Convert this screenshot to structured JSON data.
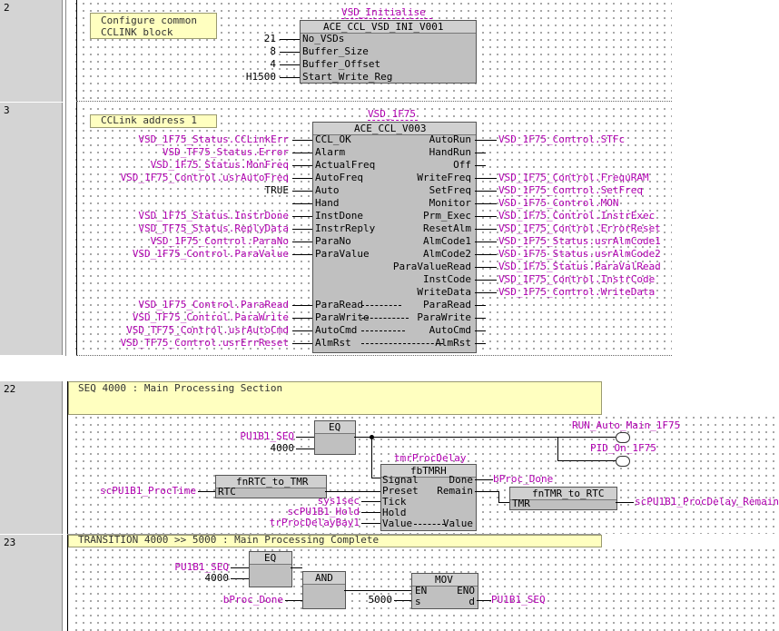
{
  "rungs": [
    {
      "number": "2",
      "comment": "Configure common CCLINK block",
      "fb": {
        "instance": "VSD_Initialise",
        "type": "ACE_CCL_VSD_INI_V001",
        "inputs": [
          {
            "value": "21",
            "pin": "No_VSDs"
          },
          {
            "value": "8",
            "pin": "Buffer_Size"
          },
          {
            "value": "4",
            "pin": "Buffer_Offset"
          },
          {
            "value": "H1500",
            "pin": "Start_Write_Reg"
          }
        ]
      }
    },
    {
      "number": "3",
      "comment": "CCLink address 1",
      "fb": {
        "instance": "VSD_1F75",
        "type": "ACE_CCL_V003",
        "inputs": [
          {
            "value": "VSD_1F75_Status.CCLinkErr",
            "pin": "CCL_OK"
          },
          {
            "value": "VSD_TF75_Status.Error",
            "pin": "Alarm"
          },
          {
            "value": "VSD_1F75_Status.MonFreq",
            "pin": "ActualFreq"
          },
          {
            "value": "VSD_1F75_Control.usrAutoFreq",
            "pin": "AutoFreq"
          },
          {
            "value": "TRUE",
            "pin": "Auto"
          },
          {
            "value": "",
            "pin": "Hand"
          },
          {
            "value": "VSD_1F75_Status.InstrDone",
            "pin": "InstDone"
          },
          {
            "value": "VSD_TF75_Status.ReplyData",
            "pin": "InstrReply"
          },
          {
            "value": "VSD_1F75_Control.ParaNo",
            "pin": "ParaNo"
          },
          {
            "value": "VSD_1F75_Control.ParaValue",
            "pin": "ParaValue"
          }
        ],
        "outputs": [
          {
            "pin": "AutoRun",
            "value": "VSD_1F75_Control.STFc"
          },
          {
            "pin": "HandRun",
            "value": ""
          },
          {
            "pin": "Off",
            "value": ""
          },
          {
            "pin": "WriteFreq",
            "value": "VSD_1F75_Control.FrequRAM"
          },
          {
            "pin": "SetFreq",
            "value": "VSD_1F75_Control.SetFreq"
          },
          {
            "pin": "Monitor",
            "value": "VSD_1F75_Control.MON"
          },
          {
            "pin": "Prm_Exec",
            "value": "VSD_1F75_Control.InstrExec"
          },
          {
            "pin": "ResetAlm",
            "value": "VSD_1F75_Control.ErrorReset"
          },
          {
            "pin": "AlmCode1",
            "value": "VSD_1F75_Status.usrAlmCode1"
          },
          {
            "pin": "AlmCode2",
            "value": "VSD_1F75_Status.usrAlmCode2"
          },
          {
            "pin": "ParaValueRead",
            "value": "VSD_1F75_Status.ParaValRead"
          },
          {
            "pin": "InstCode",
            "value": "VSD_1F75_Control.InstrCode"
          },
          {
            "pin": "WriteData",
            "value": "VSD_1F75_Control.WriteData"
          }
        ],
        "inouts": [
          {
            "value": "VSD_1F75_Control.ParaRead",
            "pin_in": "ParaRead",
            "pin_out": "ParaRead"
          },
          {
            "value": "VSD_TF75_Control.ParaWrite",
            "pin_in": "ParaWrite",
            "pin_out": "ParaWrite"
          },
          {
            "value": "VSD_TF75_Control.usrAutoCmd",
            "pin_in": "AutoCmd",
            "pin_out": "AutoCmd"
          },
          {
            "value": "VSD_TF75_Control.usrErrReset",
            "pin_in": "AlmRst",
            "pin_out": "AlmRst"
          }
        ]
      }
    },
    {
      "number": "22",
      "comment": "SEQ 4000 : Main Processing Section",
      "eq": {
        "type": "EQ",
        "in1": "PU1B1_SEQ",
        "in2": "4000"
      },
      "coils": [
        "RUN_Auto_Main_1F75",
        "PID_On_1F75"
      ],
      "rtc": {
        "type": "fnRTC_to_TMR",
        "pin": "RTC",
        "input": "scPU1B1_ProcTime"
      },
      "tmr": {
        "instance": "tmrProcDelay",
        "type": "fbTMRH",
        "inputs": [
          {
            "pin": "Signal",
            "value": ""
          },
          {
            "pin": "Preset",
            "value": ""
          },
          {
            "pin": "Tick",
            "value": "sys1sec"
          },
          {
            "pin": "Hold",
            "value": "scPU1B1_Hold"
          },
          {
            "pin": "Value",
            "value": "trProcDelayBay1"
          }
        ],
        "outputs": [
          {
            "pin": "Done",
            "value": "bProc_Done"
          },
          {
            "pin": "Remain",
            "value": ""
          },
          {
            "pin": "Value",
            "value": ""
          }
        ]
      },
      "tmrrtc": {
        "type": "fnTMR_to_RTC",
        "pin": "TMR",
        "output": "scPU1B1_ProcDelay_Remain"
      }
    },
    {
      "number": "23",
      "comment": "TRANSITION 4000 >> 5000 : Main Processing Complete",
      "eq": {
        "type": "EQ",
        "in1": "PU1B1_SEQ",
        "in2": "4000"
      },
      "and": {
        "type": "AND",
        "in2": "bProc_Done"
      },
      "mov": {
        "type": "MOV",
        "pin_en": "EN",
        "pin_eno": "ENO",
        "pin_s": "s",
        "pin_d": "d",
        "s_value": "5000",
        "d_value": "PU1B1_SEQ"
      }
    }
  ]
}
